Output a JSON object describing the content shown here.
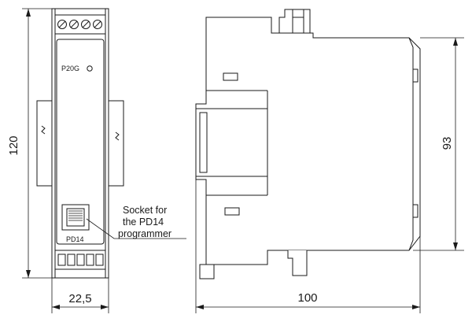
{
  "device": {
    "model_label": "P20G",
    "port_label": "PD14"
  },
  "callout": {
    "lines": [
      "Socket for",
      "the PD14",
      "programmer"
    ]
  },
  "dimensions": {
    "height_front": "120",
    "width_front": "22,5",
    "height_side": "93",
    "depth_side": "100"
  }
}
